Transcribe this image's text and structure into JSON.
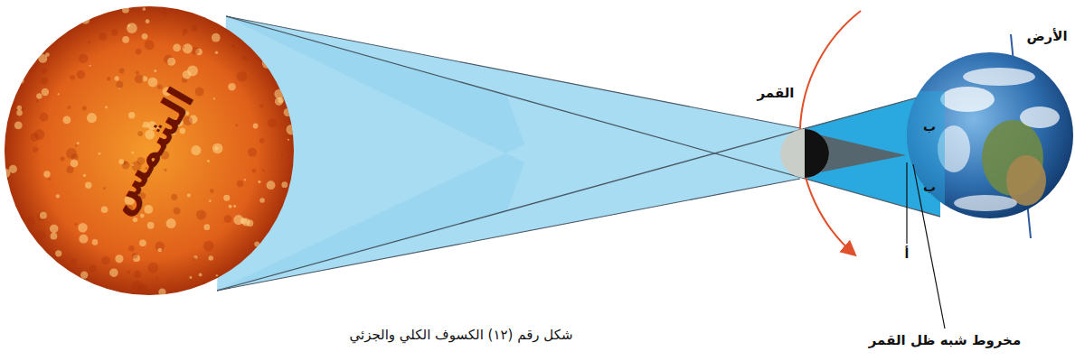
{
  "diagram": {
    "caption": "شكل رقم (١٢) الكسوف الكلي والجزئي",
    "nodes": [
      {
        "text": [
          "الشمس"
        ]
      }
    ],
    "labels": [
      "القمر",
      "الأرض",
      "ب",
      "ب",
      "أ",
      "مخروط شبه ظل القمر"
    ]
  }
}
